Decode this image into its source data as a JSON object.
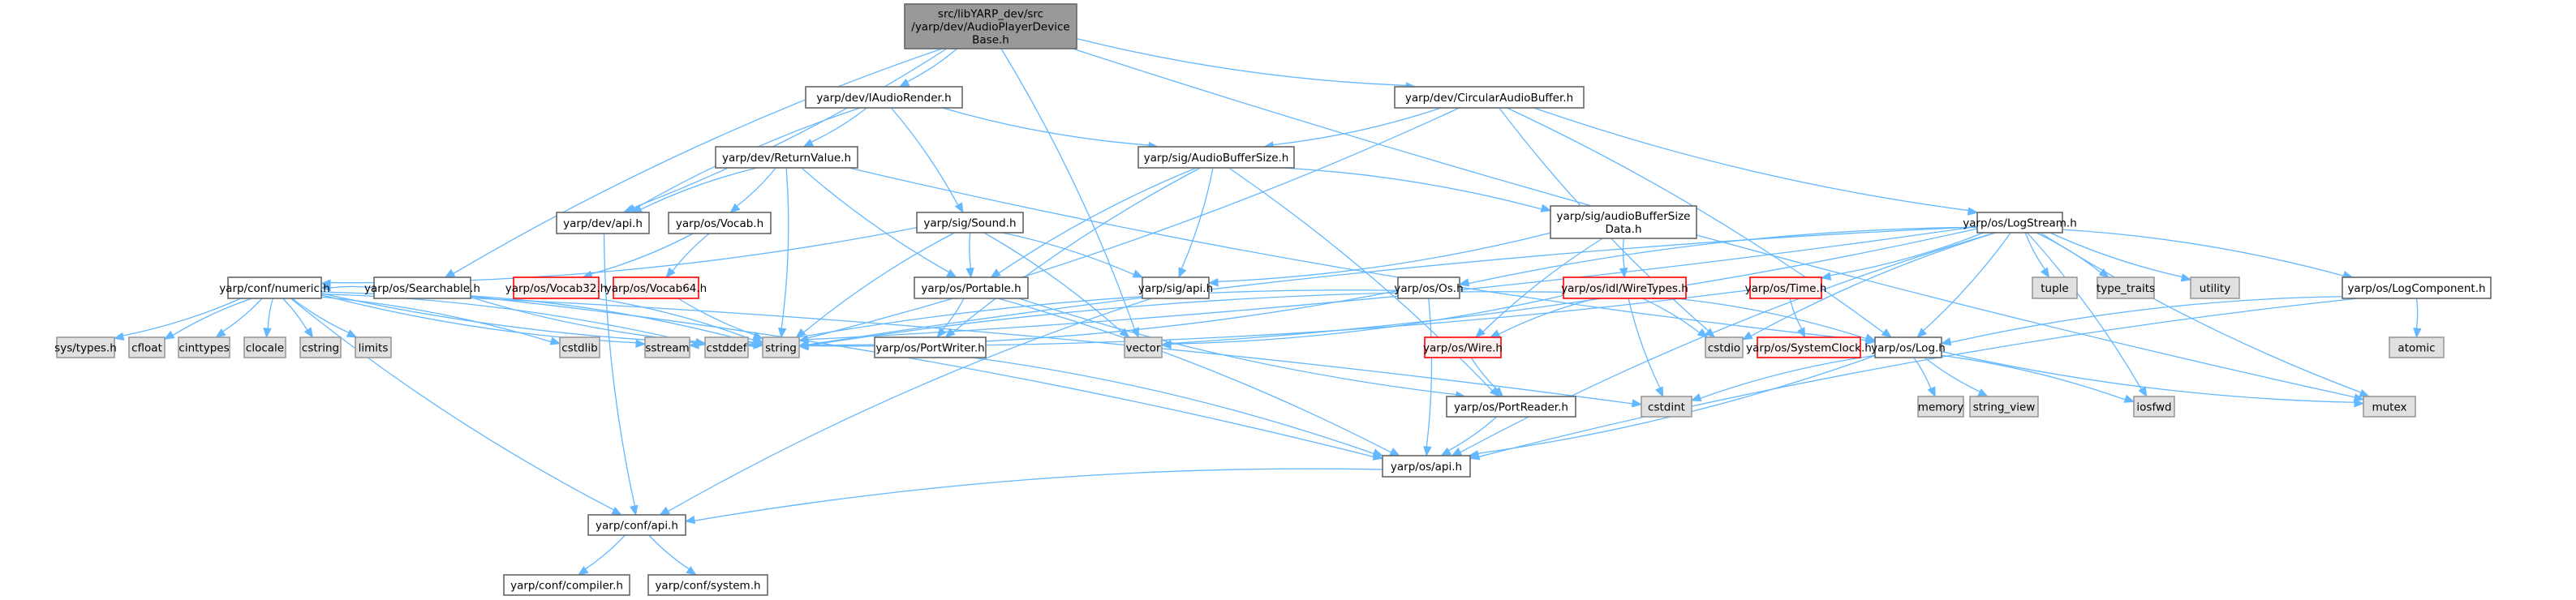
{
  "graph": {
    "type": "include-dependency-graph",
    "root": "src/libYARP_dev/src/yarp/dev/AudioPlayerDeviceBase.h",
    "colors": {
      "edge": "#63b8ff",
      "root_fill": "#999999",
      "normal_fill": "#ffffff",
      "system_fill": "#e0e0e0",
      "missing_fill": "#fff0f0",
      "missing_border": "#ff0000"
    },
    "nodes": [
      {
        "id": "root",
        "lines": [
          "src/libYARP_dev/src",
          "/yarp/dev/AudioPlayerDevice",
          "Base.h"
        ],
        "kind": "root"
      },
      {
        "id": "iaudiorender",
        "lines": [
          "yarp/dev/IAudioRender.h"
        ],
        "kind": "normal"
      },
      {
        "id": "circularaudiobuffer",
        "lines": [
          "yarp/dev/CircularAudioBuffer.h"
        ],
        "kind": "normal"
      },
      {
        "id": "returnvalue",
        "lines": [
          "yarp/dev/ReturnValue.h"
        ],
        "kind": "normal"
      },
      {
        "id": "audiobuffersize",
        "lines": [
          "yarp/sig/AudioBufferSize.h"
        ],
        "kind": "normal"
      },
      {
        "id": "devapi",
        "lines": [
          "yarp/dev/api.h"
        ],
        "kind": "normal"
      },
      {
        "id": "vocab",
        "lines": [
          "yarp/os/Vocab.h"
        ],
        "kind": "normal"
      },
      {
        "id": "sound",
        "lines": [
          "yarp/sig/Sound.h"
        ],
        "kind": "normal"
      },
      {
        "id": "audiobuffersizedata",
        "lines": [
          "yarp/sig/audioBufferSize",
          "Data.h"
        ],
        "kind": "normal"
      },
      {
        "id": "logstream",
        "lines": [
          "yarp/os/LogStream.h"
        ],
        "kind": "normal"
      },
      {
        "id": "numeric",
        "lines": [
          "yarp/conf/numeric.h"
        ],
        "kind": "normal"
      },
      {
        "id": "searchable",
        "lines": [
          "yarp/os/Searchable.h"
        ],
        "kind": "normal"
      },
      {
        "id": "vocab32",
        "lines": [
          "yarp/os/Vocab32.h"
        ],
        "kind": "missing"
      },
      {
        "id": "vocab64",
        "lines": [
          "yarp/os/Vocab64.h"
        ],
        "kind": "missing"
      },
      {
        "id": "portable",
        "lines": [
          "yarp/os/Portable.h"
        ],
        "kind": "normal"
      },
      {
        "id": "sigapi",
        "lines": [
          "yarp/sig/api.h"
        ],
        "kind": "normal"
      },
      {
        "id": "os",
        "lines": [
          "yarp/os/Os.h"
        ],
        "kind": "normal"
      },
      {
        "id": "wiretypes",
        "lines": [
          "yarp/os/idl/WireTypes.h"
        ],
        "kind": "missing"
      },
      {
        "id": "time",
        "lines": [
          "yarp/os/Time.h"
        ],
        "kind": "missing"
      },
      {
        "id": "tuple",
        "lines": [
          "tuple"
        ],
        "kind": "system"
      },
      {
        "id": "type_traits",
        "lines": [
          "type_traits"
        ],
        "kind": "system"
      },
      {
        "id": "utility",
        "lines": [
          "utility"
        ],
        "kind": "system"
      },
      {
        "id": "logcomponent",
        "lines": [
          "yarp/os/LogComponent.h"
        ],
        "kind": "normal"
      },
      {
        "id": "systypes",
        "lines": [
          "sys/types.h"
        ],
        "kind": "system"
      },
      {
        "id": "cfloat",
        "lines": [
          "cfloat"
        ],
        "kind": "system"
      },
      {
        "id": "cinttypes",
        "lines": [
          "cinttypes"
        ],
        "kind": "system"
      },
      {
        "id": "clocale",
        "lines": [
          "clocale"
        ],
        "kind": "system"
      },
      {
        "id": "cstring",
        "lines": [
          "cstring"
        ],
        "kind": "system"
      },
      {
        "id": "limits",
        "lines": [
          "limits"
        ],
        "kind": "system"
      },
      {
        "id": "cstdlib",
        "lines": [
          "cstdlib"
        ],
        "kind": "system"
      },
      {
        "id": "sstream",
        "lines": [
          "sstream"
        ],
        "kind": "system"
      },
      {
        "id": "cstddef",
        "lines": [
          "cstddef"
        ],
        "kind": "system"
      },
      {
        "id": "string",
        "lines": [
          "string"
        ],
        "kind": "system"
      },
      {
        "id": "portwriter",
        "lines": [
          "yarp/os/PortWriter.h"
        ],
        "kind": "normal"
      },
      {
        "id": "vector",
        "lines": [
          "vector"
        ],
        "kind": "system"
      },
      {
        "id": "wire",
        "lines": [
          "yarp/os/Wire.h"
        ],
        "kind": "missing"
      },
      {
        "id": "cstdio",
        "lines": [
          "cstdio"
        ],
        "kind": "system"
      },
      {
        "id": "systemclock",
        "lines": [
          "yarp/os/SystemClock.h"
        ],
        "kind": "missing"
      },
      {
        "id": "log",
        "lines": [
          "yarp/os/Log.h"
        ],
        "kind": "normal"
      },
      {
        "id": "atomic",
        "lines": [
          "atomic"
        ],
        "kind": "system"
      },
      {
        "id": "portreader",
        "lines": [
          "yarp/os/PortReader.h"
        ],
        "kind": "normal"
      },
      {
        "id": "cstdint",
        "lines": [
          "cstdint"
        ],
        "kind": "system"
      },
      {
        "id": "memory",
        "lines": [
          "memory"
        ],
        "kind": "system"
      },
      {
        "id": "string_view",
        "lines": [
          "string_view"
        ],
        "kind": "system"
      },
      {
        "id": "iosfwd",
        "lines": [
          "iosfwd"
        ],
        "kind": "system"
      },
      {
        "id": "mutex",
        "lines": [
          "mutex"
        ],
        "kind": "system"
      },
      {
        "id": "osapi",
        "lines": [
          "yarp/os/api.h"
        ],
        "kind": "normal"
      },
      {
        "id": "confapi",
        "lines": [
          "yarp/conf/api.h"
        ],
        "kind": "normal"
      },
      {
        "id": "compiler",
        "lines": [
          "yarp/conf/compiler.h"
        ],
        "kind": "normal"
      },
      {
        "id": "system",
        "lines": [
          "yarp/conf/system.h"
        ],
        "kind": "normal"
      }
    ],
    "edges": [
      [
        "root",
        "iaudiorender"
      ],
      [
        "root",
        "circularaudiobuffer"
      ],
      [
        "root",
        "devapi"
      ],
      [
        "root",
        "searchable"
      ],
      [
        "root",
        "vector"
      ],
      [
        "root",
        "mutex"
      ],
      [
        "iaudiorender",
        "returnvalue"
      ],
      [
        "iaudiorender",
        "devapi"
      ],
      [
        "iaudiorender",
        "sound"
      ],
      [
        "iaudiorender",
        "audiobuffersize"
      ],
      [
        "circularaudiobuffer",
        "audiobuffersize"
      ],
      [
        "circularaudiobuffer",
        "logstream"
      ],
      [
        "circularaudiobuffer",
        "string"
      ],
      [
        "circularaudiobuffer",
        "cstdio"
      ],
      [
        "circularaudiobuffer",
        "log"
      ],
      [
        "returnvalue",
        "devapi"
      ],
      [
        "returnvalue",
        "vocab"
      ],
      [
        "returnvalue",
        "portable"
      ],
      [
        "returnvalue",
        "string"
      ],
      [
        "returnvalue",
        "log"
      ],
      [
        "audiobuffersize",
        "audiobuffersizedata"
      ],
      [
        "audiobuffersize",
        "portable"
      ],
      [
        "audiobuffersize",
        "sigapi"
      ],
      [
        "audiobuffersize",
        "portwriter"
      ],
      [
        "audiobuffersize",
        "portreader"
      ],
      [
        "devapi",
        "confapi"
      ],
      [
        "vocab",
        "vocab32"
      ],
      [
        "vocab",
        "vocab64"
      ],
      [
        "vocab32",
        "string"
      ],
      [
        "vocab64",
        "string"
      ],
      [
        "sound",
        "numeric"
      ],
      [
        "sound",
        "portable"
      ],
      [
        "sound",
        "sigapi"
      ],
      [
        "sound",
        "string"
      ],
      [
        "sound",
        "vector"
      ],
      [
        "audiobuffersizedata",
        "wiretypes"
      ],
      [
        "audiobuffersizedata",
        "sigapi"
      ],
      [
        "audiobuffersizedata",
        "wire"
      ],
      [
        "logstream",
        "log"
      ],
      [
        "logstream",
        "os"
      ],
      [
        "logstream",
        "time"
      ],
      [
        "logstream",
        "tuple"
      ],
      [
        "logstream",
        "type_traits"
      ],
      [
        "logstream",
        "utility"
      ],
      [
        "logstream",
        "logcomponent"
      ],
      [
        "logstream",
        "string"
      ],
      [
        "logstream",
        "sstream"
      ],
      [
        "logstream",
        "cstdio"
      ],
      [
        "logstream",
        "vector"
      ],
      [
        "logstream",
        "osapi"
      ],
      [
        "logstream",
        "iosfwd"
      ],
      [
        "logstream",
        "mutex"
      ],
      [
        "numeric",
        "systypes"
      ],
      [
        "numeric",
        "cfloat"
      ],
      [
        "numeric",
        "cinttypes"
      ],
      [
        "numeric",
        "clocale"
      ],
      [
        "numeric",
        "cstring"
      ],
      [
        "numeric",
        "limits"
      ],
      [
        "numeric",
        "cstdlib"
      ],
      [
        "numeric",
        "sstream"
      ],
      [
        "numeric",
        "cstddef"
      ],
      [
        "numeric",
        "string"
      ],
      [
        "numeric",
        "cstdint"
      ],
      [
        "numeric",
        "confapi"
      ],
      [
        "searchable",
        "string"
      ],
      [
        "searchable",
        "cstddef"
      ],
      [
        "searchable",
        "osapi"
      ],
      [
        "searchable",
        "numeric"
      ],
      [
        "portable",
        "portwriter"
      ],
      [
        "portable",
        "portreader"
      ],
      [
        "portable",
        "osapi"
      ],
      [
        "sigapi",
        "confapi"
      ],
      [
        "os",
        "string"
      ],
      [
        "os",
        "cstddef"
      ],
      [
        "os",
        "osapi"
      ],
      [
        "wiretypes",
        "string"
      ],
      [
        "wiretypes",
        "vector"
      ],
      [
        "wiretypes",
        "wire"
      ],
      [
        "wiretypes",
        "cstdio"
      ],
      [
        "wiretypes",
        "cstdint"
      ],
      [
        "wiretypes",
        "log"
      ],
      [
        "time",
        "systemclock"
      ],
      [
        "time",
        "string"
      ],
      [
        "logcomponent",
        "log"
      ],
      [
        "logcomponent",
        "atomic"
      ],
      [
        "logcomponent",
        "osapi"
      ],
      [
        "portwriter",
        "osapi"
      ],
      [
        "wire",
        "portreader"
      ],
      [
        "log",
        "memory"
      ],
      [
        "log",
        "string_view"
      ],
      [
        "log",
        "iosfwd"
      ],
      [
        "log",
        "cstdint"
      ],
      [
        "log",
        "osapi"
      ],
      [
        "log",
        "mutex"
      ],
      [
        "portreader",
        "osapi"
      ],
      [
        "osapi",
        "confapi"
      ],
      [
        "confapi",
        "compiler"
      ],
      [
        "confapi",
        "system"
      ]
    ]
  }
}
